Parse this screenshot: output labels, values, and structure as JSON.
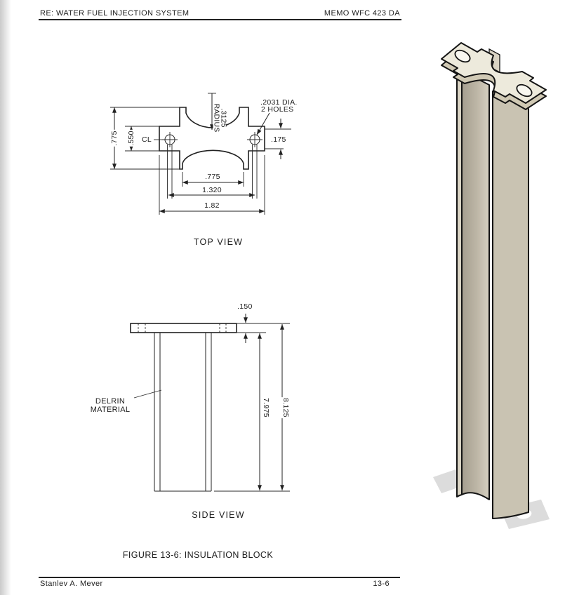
{
  "header": {
    "left_title": "RE: WATER FUEL INJECTION SYSTEM",
    "right_title": "MEMO WFC 423 DA"
  },
  "top_view": {
    "caption": "TOP VIEW",
    "centerline_label": "CL",
    "dim_overall_width": ".775",
    "dim_tab_width": ".550",
    "dim_radius_value": ".3125",
    "dim_radius_word": "RADIUS",
    "dim_holes_line1": ".2031 DIA.",
    "dim_holes_line2": "2 HOLES",
    "dim_waist": ".175",
    "dim_cutout_span": ".775",
    "dim_hole_spacing": "1.320",
    "dim_overall_length": "1.82"
  },
  "side_view": {
    "caption": "SIDE VIEW",
    "dim_plate_thickness": ".150",
    "dim_leg_length": "7.975",
    "dim_overall_height": "8.125",
    "material_label_line1": "DELRIN",
    "material_label_line2": "MATERIAL"
  },
  "figure_caption": "FIGURE 13-6: INSULATION BLOCK",
  "footer": {
    "author": "Stanlev A. Mever",
    "page_number": "13-6"
  },
  "colors": {
    "line": "#222222",
    "render_face_top": "#edeadc",
    "render_face_front": "#c9c3b2",
    "render_face_dark": "#a59e8f",
    "render_band": "#d0c9b4",
    "shadow": "#dcdcdc"
  }
}
